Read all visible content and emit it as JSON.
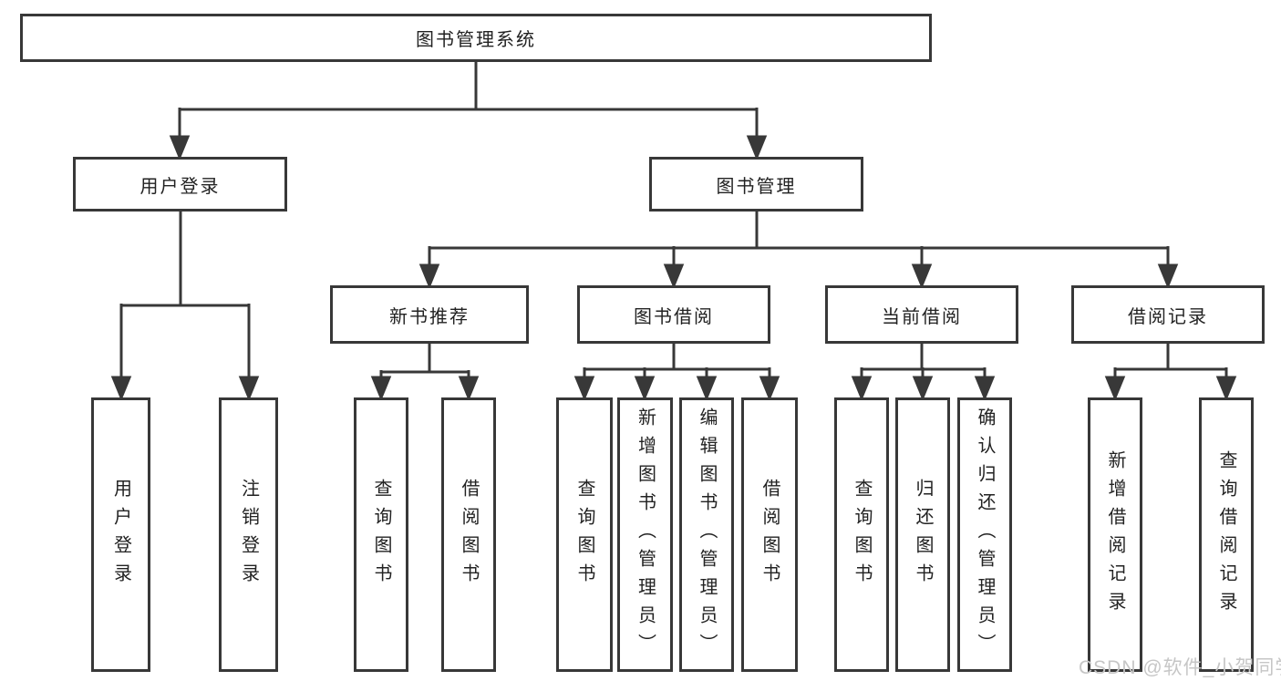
{
  "colors": {
    "background": "#ffffff",
    "line": "#383838",
    "box_border": "#383838",
    "text": "#222222",
    "watermark": "#c6c6c6"
  },
  "diagram": {
    "root": {
      "label": "图书管理系统"
    },
    "branches": [
      {
        "label": "用户登录",
        "children": [
          "用户登录",
          "注销登录"
        ]
      },
      {
        "label": "图书管理",
        "children": [
          {
            "label": "新书推荐",
            "children": [
              "查询图书",
              "借阅图书"
            ]
          },
          {
            "label": "图书借阅",
            "children": [
              "查询图书",
              "新增图书（管理员）",
              "编辑图书（管理员）",
              "借阅图书"
            ]
          },
          {
            "label": "当前借阅",
            "children": [
              "查询图书",
              "归还图书",
              "确认归还（管理员）"
            ]
          },
          {
            "label": "借阅记录",
            "children": [
              "新增借阅记录",
              "查询借阅记录"
            ]
          }
        ]
      }
    ]
  },
  "watermark": {
    "text": "CSDN @软件_小贺同学"
  }
}
